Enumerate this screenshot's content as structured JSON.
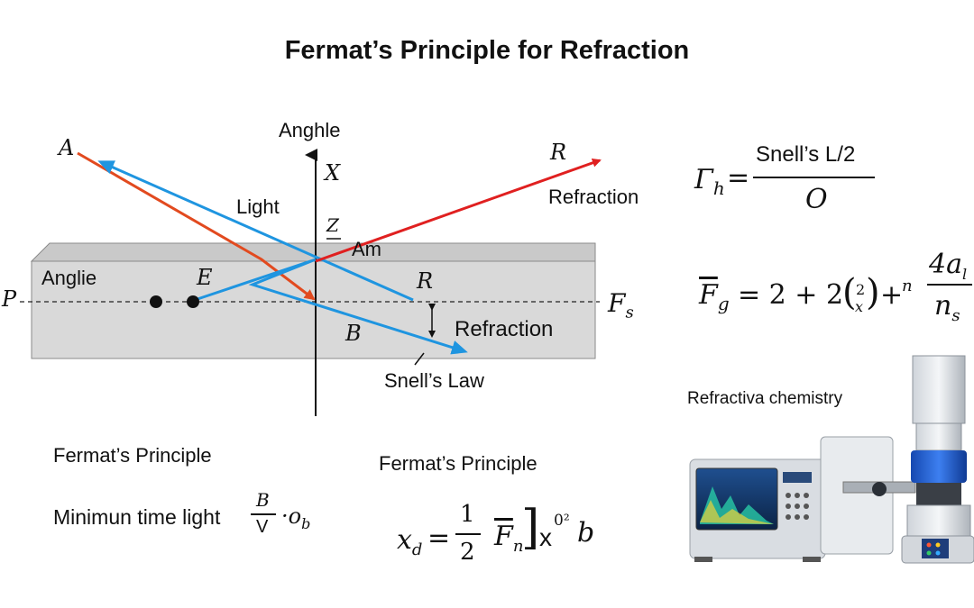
{
  "title": "Fermat’s Principle for Refraction",
  "diagram": {
    "label_A": "A",
    "label_R_top": "R",
    "label_refraction_top": "Refraction",
    "label_light": "Light",
    "label_anghle": "Anghle",
    "label_x_axis": "X",
    "label_z": "Z",
    "label_am": "Am",
    "label_anglie": "Anglie",
    "label_E": "E",
    "label_P": "P",
    "label_R_mid": "R",
    "label_Fs_main": "F",
    "label_Fs_sub": "s",
    "label_B": "B",
    "label_refraction_mid": "Refraction",
    "label_snells_law": "Snell’s Law",
    "colors": {
      "incident": "#e24a1f",
      "refracted": "#1f95e0",
      "red_ray": "#e02020",
      "slab": "#d9d9d9"
    }
  },
  "eq1": {
    "lhs_main": "Γ",
    "lhs_sub": "h",
    "equals": "=",
    "num": "Snell’s L/2",
    "den": "O"
  },
  "eq2": {
    "lhs_main": "F",
    "lhs_sub": "g",
    "body": "= 2 + 2",
    "binom_top": "2",
    "binom_bot": "x",
    "plus": "+",
    "sup_n": "n",
    "num": "4a",
    "num_sub": "l",
    "den": "n",
    "den_sub": "s"
  },
  "left_bottom": {
    "heading": "Fermat’s Principle",
    "text": "Minimun time light",
    "frac_num": "B",
    "frac_den": "V",
    "tail_main": "·o",
    "tail_sub": "b"
  },
  "middle_bottom": {
    "heading": "Fermat’s Principle",
    "lhs_main": "x",
    "lhs_sub": "d",
    "equals": "=",
    "half_num": "1",
    "half_den": "2",
    "F_main": "F",
    "F_sub": "n",
    "tail": "x",
    "tail_sup": "0²",
    "tail_b": "b"
  },
  "instrument": {
    "caption": "Refractiva chemistry"
  }
}
